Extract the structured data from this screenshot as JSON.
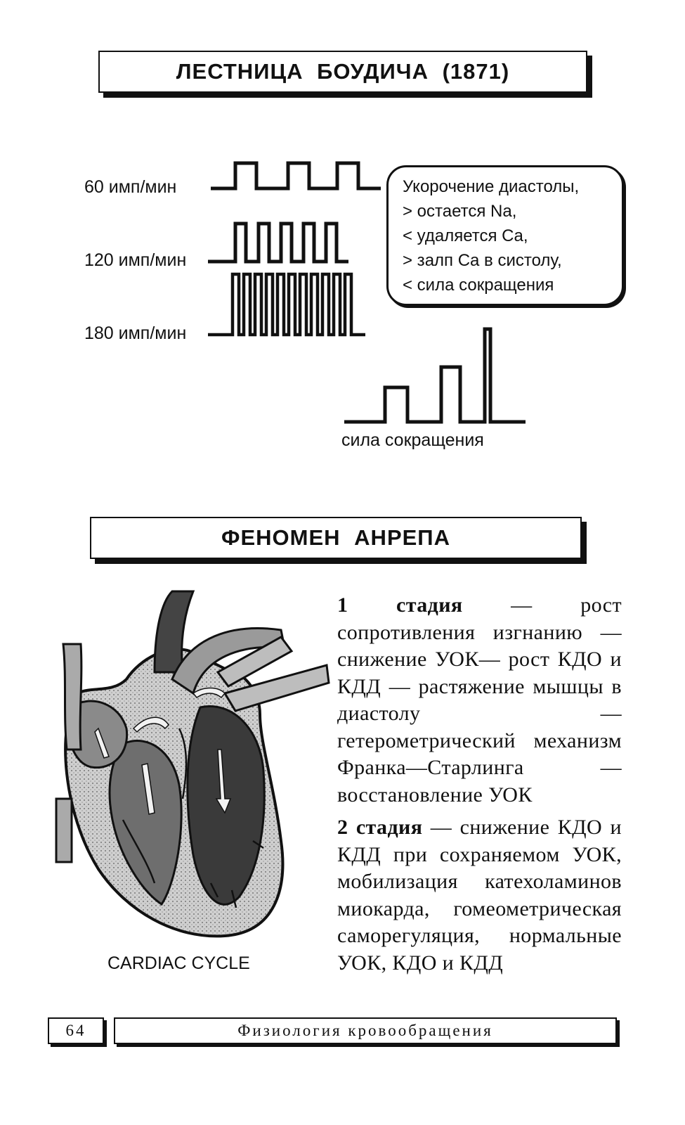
{
  "section1": {
    "title": "ЛЕСТНИЦА БОУДИЧА (1871)",
    "rates": [
      "60 имп/мин",
      "120 имп/мин",
      "180 имп/мин"
    ],
    "note_lines": [
      "Укорочение диастолы,",
      "> остается Na,",
      "< удаляется Ca,",
      "> залп Ca в систолу,",
      "< сила сокращения"
    ],
    "force_caption": "сила сокращения"
  },
  "section2": {
    "title": "ФЕНОМЕН АНРЕПА",
    "figure_caption": "CARDIAC CYCLE",
    "stage1_label": "1 стадия",
    "stage1_text": " — рост сопротивления изгнанию — снижение УОК— рост КДО и КДД — растяжение мышцы в диастолу — гетерометрический механизм Франка—Старлинга — восстановление УОК",
    "stage2_label": "2 стадия",
    "stage2_text": " — снижение КДО и КДД при сохраняемом УОК, мобилизация катехоламинов миокарда, гомеометрическая саморегуляция, нормальные УОК, КДО и КДД"
  },
  "footer": {
    "page_number": "64",
    "running_title": "Физиология кровообращения"
  }
}
